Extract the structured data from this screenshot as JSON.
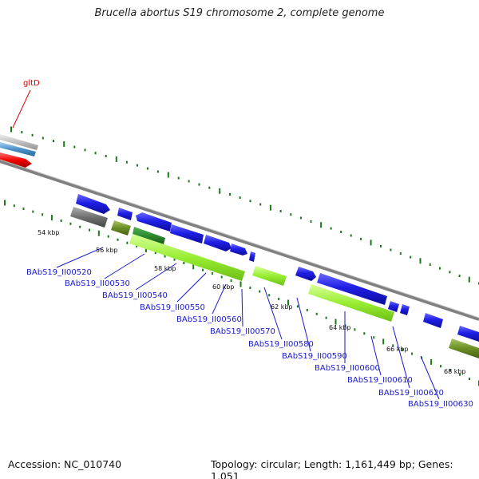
{
  "header": {
    "title": "Brucella abortus S19 chromosome 2, complete genome"
  },
  "footer": {
    "accession": "Accession: NC_010740",
    "summary": "Topology: circular; Length: 1,161,449 bp; Genes: 1,051"
  },
  "gene_marker": {
    "label": "gltD",
    "color": "#dd0000"
  },
  "scale_labels": [
    "54 kbp",
    "56 kbp",
    "58 kbp",
    "60 kbp",
    "62 kbp",
    "64 kbp",
    "66 kbp",
    "68 kbp"
  ],
  "gene_labels": [
    "BAbS19_II00520",
    "BAbS19_II00530",
    "BAbS19_II00540",
    "BAbS19_II00550",
    "BAbS19_II00560",
    "BAbS19_II00570",
    "BAbS19_II00580",
    "BAbS19_II00590",
    "BAbS19_II00600",
    "BAbS19_II00610",
    "BAbS19_II00620",
    "BAbS19_II00630"
  ],
  "colors": {
    "cds": "#1f1fe6",
    "cog_lime": "#99ee33",
    "cog_olive": "#6b8e23",
    "cog_darkgreen": "#2e8b2e",
    "cog_grey": "#707070",
    "backbone": "#808080",
    "tick": "#1a7a1a",
    "label": "#1a1acc"
  }
}
